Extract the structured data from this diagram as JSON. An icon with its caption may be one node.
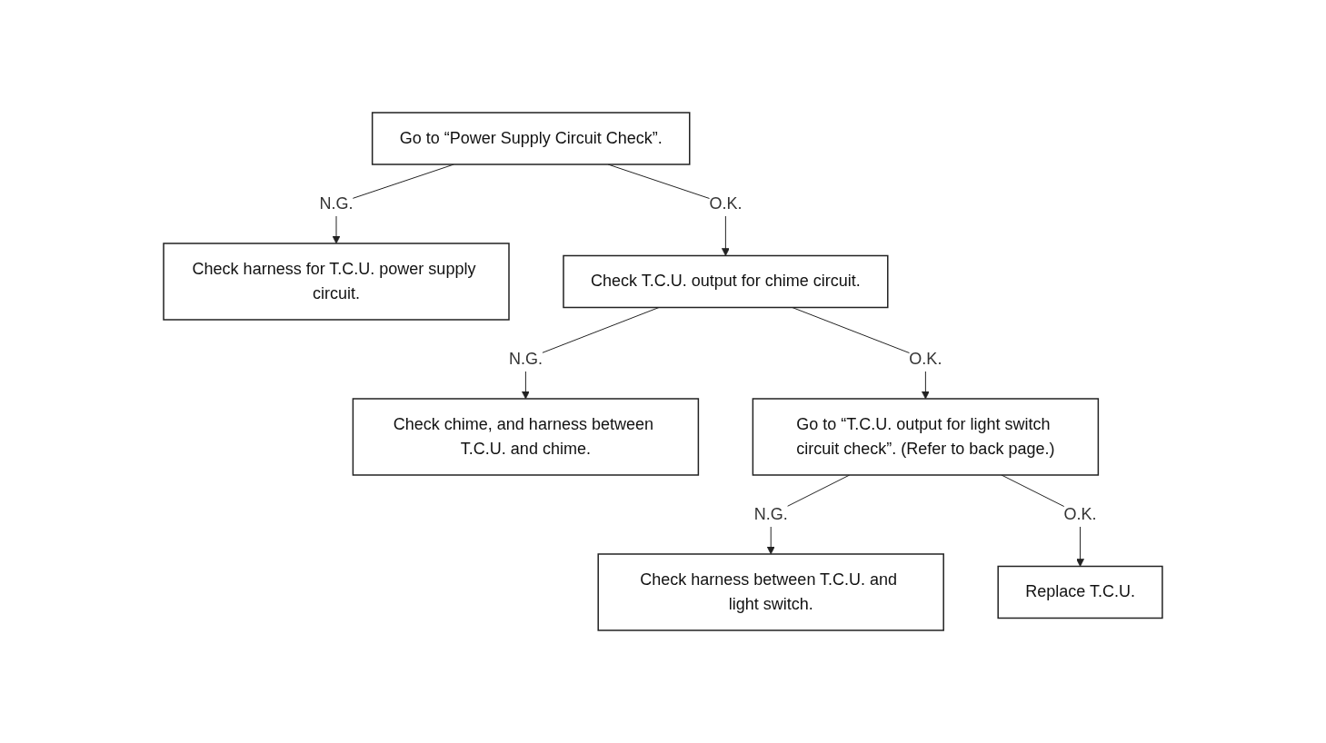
{
  "diagram": {
    "nodes": [
      {
        "text": [
          "Go to “Power Supply Circuit Check”."
        ]
      },
      {
        "text": [
          "Check harness for T.C.U. power supply circuit."
        ]
      },
      {
        "text": [
          "Check T.C.U. output for chime circuit."
        ]
      },
      {
        "text": [
          "Check chime, and harness between T.C.U. and chime."
        ]
      },
      {
        "text": [
          "Go to “T.C.U. output for light switch circuit check”. (Refer to back page.)"
        ]
      },
      {
        "text": [
          "Check harness between T.C.U. and light switch."
        ]
      },
      {
        "text": [
          "Replace T.C.U."
        ]
      }
    ],
    "edges": [
      {
        "from": 0,
        "to": 1,
        "arrow": "to",
        "label": "N.G."
      },
      {
        "from": 0,
        "to": 2,
        "arrow": "to",
        "label": "O.K."
      },
      {
        "from": 2,
        "to": 3,
        "arrow": "to",
        "label": "N.G."
      },
      {
        "from": 2,
        "to": 4,
        "arrow": "to",
        "label": "O.K."
      },
      {
        "from": 4,
        "to": 5,
        "arrow": "to",
        "label": "N.G."
      },
      {
        "from": 4,
        "to": 6,
        "arrow": "to",
        "label": "O.K."
      }
    ]
  }
}
